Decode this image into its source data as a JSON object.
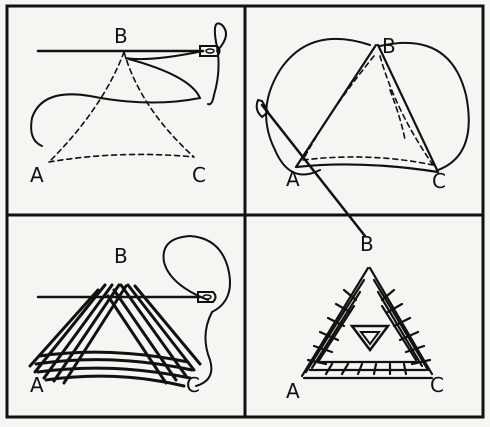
{
  "panels": [
    {
      "id": "step-1",
      "labels": {
        "a": "A",
        "b": "B",
        "c": "C"
      }
    },
    {
      "id": "step-2",
      "labels": {
        "a": "A",
        "b": "B",
        "c": "C"
      }
    },
    {
      "id": "step-3",
      "labels": {
        "a": "A",
        "b": "B",
        "c": "C"
      }
    },
    {
      "id": "step-4",
      "labels": {
        "a": "A",
        "b": "B",
        "c": "C"
      }
    }
  ],
  "colors": {
    "ink": "#111111",
    "paper": "#f6f5f2"
  }
}
